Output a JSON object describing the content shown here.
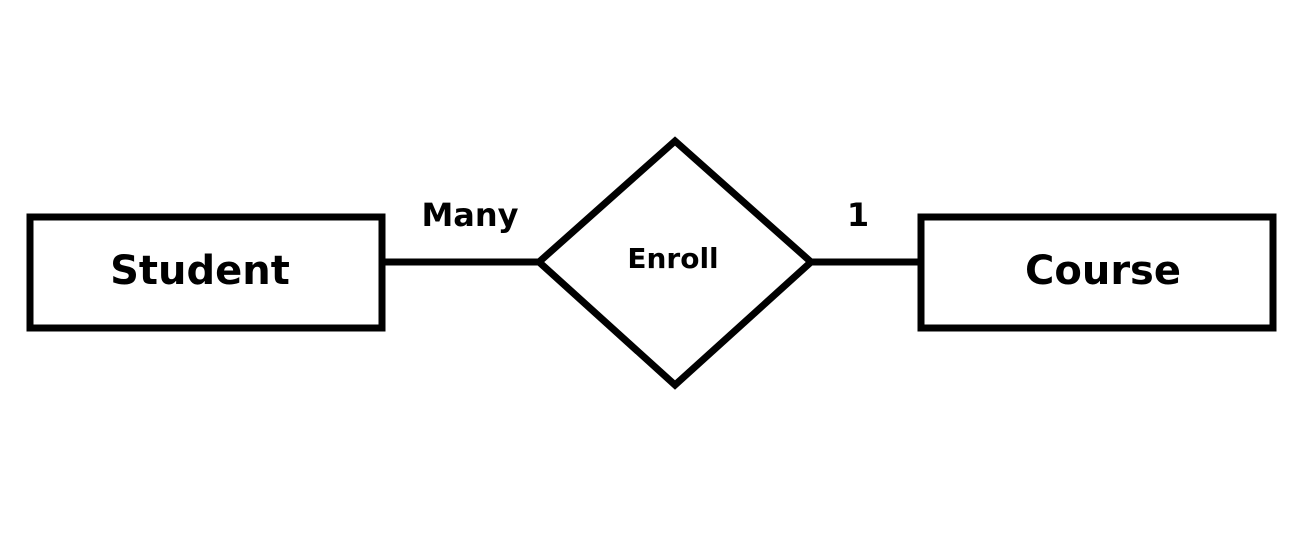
{
  "diagram": {
    "type": "er-diagram",
    "entities": [
      {
        "id": "student",
        "label": "Student"
      },
      {
        "id": "course",
        "label": "Course"
      }
    ],
    "relationship": {
      "id": "enroll",
      "label": "Enroll",
      "left_cardinality": "Many",
      "right_cardinality": "1"
    },
    "colors": {
      "stroke": "#000000",
      "background": "#ffffff"
    }
  }
}
